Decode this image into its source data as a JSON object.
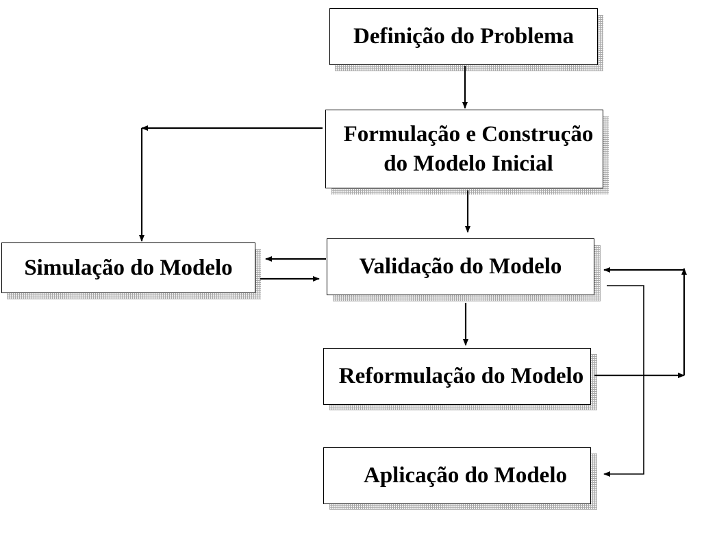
{
  "nodes": {
    "definicao": "Definição do Problema",
    "formulacao": "Formulação e Construção\ndo Modelo Inicial",
    "simulacao": "Simulação do Modelo",
    "validacao": "Validação do Modelo",
    "reformulacao": "Reformulação do Modelo",
    "aplicacao": "Aplicação do Modelo"
  },
  "edges": [
    {
      "from": "definicao",
      "to": "formulacao"
    },
    {
      "from": "formulacao",
      "to": "simulacao"
    },
    {
      "from": "formulacao",
      "to": "validacao"
    },
    {
      "from": "validacao",
      "to": "simulacao"
    },
    {
      "from": "simulacao",
      "to": "validacao"
    },
    {
      "from": "validacao",
      "to": "reformulacao"
    },
    {
      "from": "reformulacao",
      "to": "validacao"
    },
    {
      "from": "validacao",
      "to": "aplicacao"
    }
  ],
  "colors": {
    "line": "#000000",
    "border": "#000000",
    "shadow": "#a9a9a9"
  }
}
